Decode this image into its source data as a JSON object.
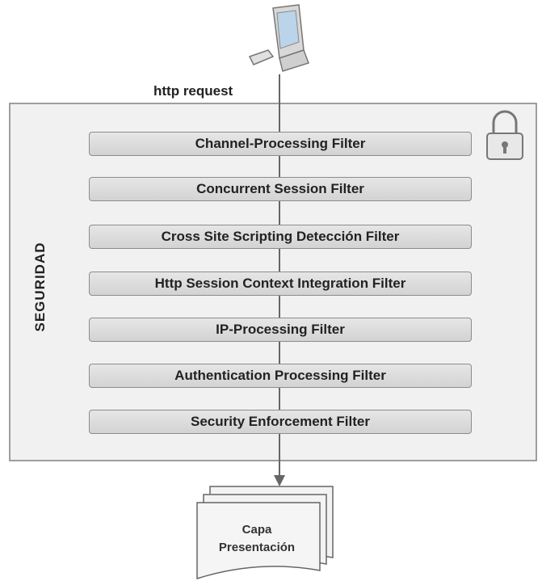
{
  "request_label": "http request",
  "security_zone_label": "SEGURIDAD",
  "filters": [
    "Channel-Processing Filter",
    "Concurrent Session Filter",
    "Cross Site Scripting Detección Filter",
    "Http Session Context Integration Filter",
    "IP-Processing Filter",
    "Authentication Processing Filter",
    "Security Enforcement Filter"
  ],
  "output": {
    "line1": "Capa",
    "line2": "Presentación"
  },
  "icons": [
    "computer-icon",
    "lock-icon",
    "document-stack-icon"
  ]
}
